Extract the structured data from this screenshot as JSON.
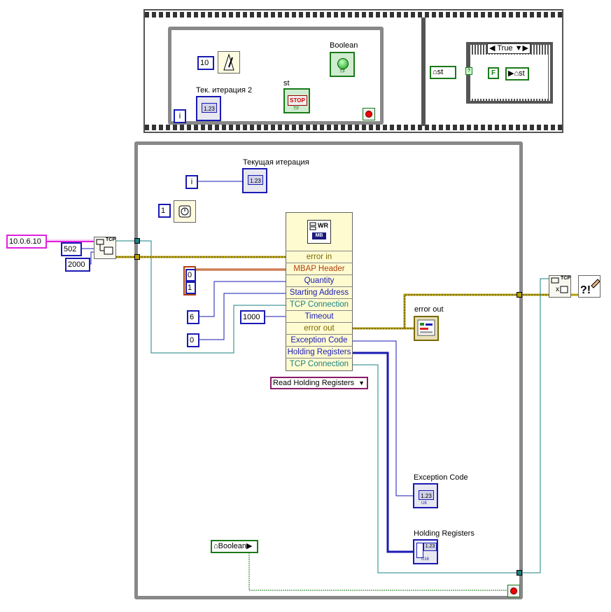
{
  "top_frame": {
    "left_loop": {
      "wait_const": "10",
      "iter_indicator_label": "Тек. итерация 2",
      "iter_terminal": "i",
      "stop_label": "st",
      "stop_button_text": "STOP",
      "stop_button_sub": "TF",
      "led_label": "Boolean",
      "led_sub": "TF"
    },
    "right_case": {
      "selector_value": "True",
      "local_var_in": "st",
      "false_const": "F",
      "local_var_out": "st"
    }
  },
  "main_loop": {
    "iter_label": "Текущая итерация",
    "iter_terminal": "i",
    "indicator_text": "1.23",
    "wait_const": "1",
    "ip_const": "10.0.6.10",
    "port_const": "502",
    "timeout_open_const": "2000",
    "mbap_consts": [
      "0",
      "1"
    ],
    "quantity_const": "6",
    "address_const": "0",
    "timeout_const": "1000",
    "node_title": "WR",
    "node_sub": "MB",
    "node_rows": [
      {
        "label": "error in",
        "color": "#7a6a00"
      },
      {
        "label": "MBAP Header",
        "color": "#b04010"
      },
      {
        "label": "Quantity",
        "color": "#1a1ab4"
      },
      {
        "label": "Starting Address",
        "color": "#1a1ab4"
      },
      {
        "label": "TCP Connection",
        "color": "#1a8080"
      },
      {
        "label": "Timeout",
        "color": "#1a1ab4"
      },
      {
        "label": "error out",
        "color": "#7a6a00"
      },
      {
        "label": "Exception Code",
        "color": "#1a1ab4"
      },
      {
        "label": "Holding Registers",
        "color": "#1a1ab4"
      },
      {
        "label": "TCP Connection",
        "color": "#1a8080"
      }
    ],
    "selector_text": "Read Holding Registers",
    "error_out_label": "error out",
    "exception_label": "Exception Code",
    "exception_sub": "U8",
    "holding_label": "Holding Registers",
    "holding_sub": "U16",
    "boolean_var": "Boolean",
    "tcp_tag": "TCP"
  },
  "colors": {
    "int_wire": "#1a1ab4",
    "error_wire": "#b8a000",
    "tcp_wire": "#1a8080",
    "string_wire": "#e020e0",
    "bool_wire": "#1a7a1a",
    "loop_border": "#888888"
  }
}
